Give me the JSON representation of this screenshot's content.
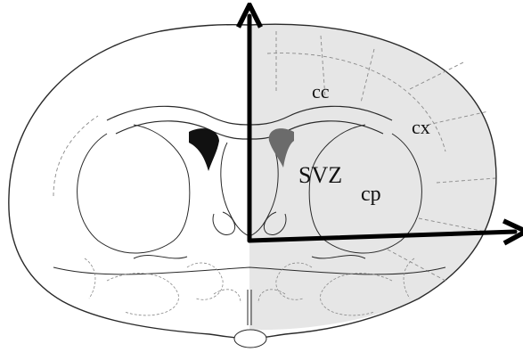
{
  "labels": {
    "cc": "cc",
    "cx": "cx",
    "svz": "SVZ",
    "cp": "cp"
  },
  "colors": {
    "outline": "#2a2a2a",
    "dashed": "#8a8a8a",
    "shaded_hemisphere": "#e6e6e6",
    "ventricle_left": "#111111",
    "ventricle_right": "#6b6b6b",
    "arrow": "#000000"
  }
}
